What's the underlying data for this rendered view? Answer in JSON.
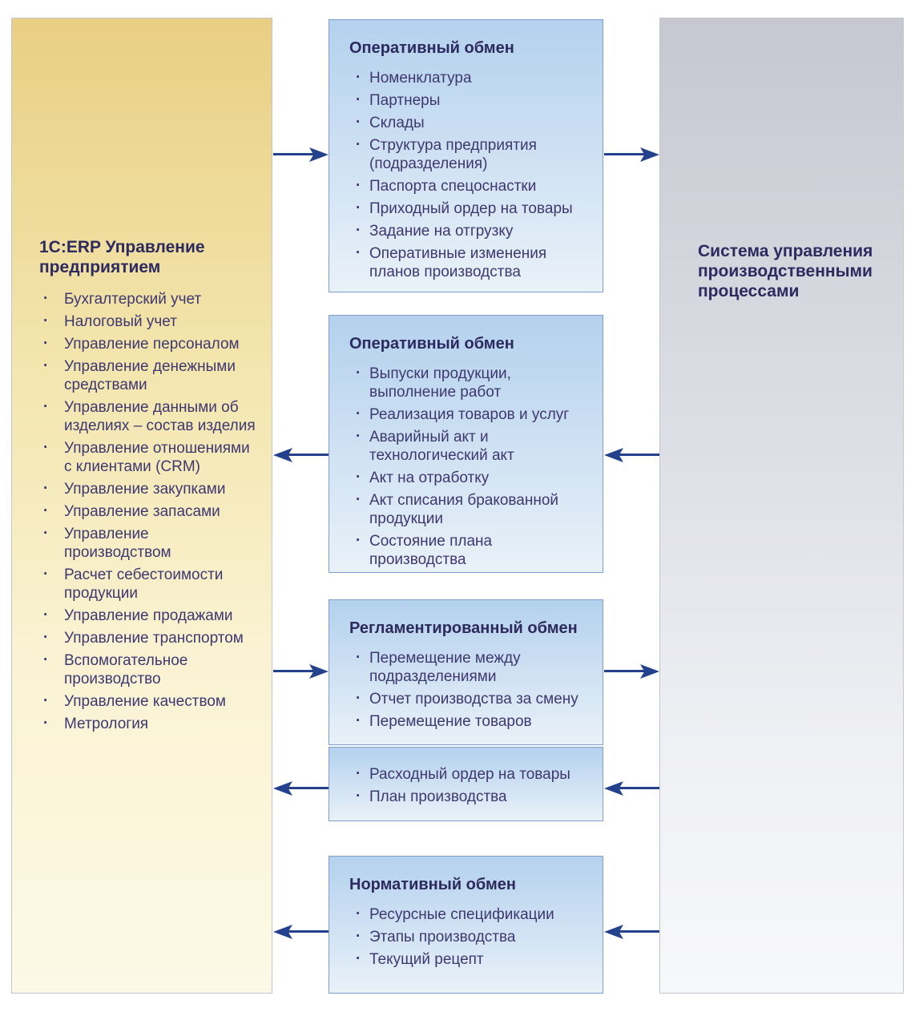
{
  "colors": {
    "arrow": "#24418d",
    "box-border": "#7f9ecb",
    "box-top": "#b4d1ee",
    "box-bottom": "#e9f1f8",
    "erp-top": "#e9cf84",
    "erp-bottom": "#fdf9e6",
    "mes-top": "#c6c7d1",
    "mes-bottom": "#f7f8fa",
    "title": "#2c2a5e",
    "text": "#3e3870"
  },
  "erp_panel": {
    "title": "1С:ERP Управление предприятием",
    "items": [
      "Бухгалтерский учет",
      "Налоговый учет",
      "Управление персоналом",
      "Управление денежными средствами",
      "Управление данными об изделиях – состав изделия",
      "Управление отношениями с клиентами (CRM)",
      "Управление закупками",
      "Управление запасами",
      "Управление производством",
      "Расчет себестоимости продукции",
      "Управление продажами",
      "Управление транспортом",
      "Вспомогательное производство",
      "Управление качеством",
      "Метрология"
    ]
  },
  "mes_panel": {
    "title": "Система управления производственными процессами"
  },
  "exchanges": [
    {
      "title": "Оперативный обмен",
      "direction": "to-system",
      "items": [
        "Номенклатура",
        "Партнеры",
        "Склады",
        "Структура предприятия (подразделения)",
        "Паспорта спецоснастки",
        "Приходный ордер на товары",
        "Задание на отгрузку",
        "Оперативные изменения планов производства"
      ]
    },
    {
      "title": "Оперативный обмен",
      "direction": "to-erp",
      "items": [
        "Выпуски продукции, выполнение работ",
        "Реализация товаров и услуг",
        "Аварийный акт и технологический акт",
        "Акт на отработку",
        "Акт списания бракованной продукции",
        "Состояние плана производства"
      ]
    },
    {
      "title": "Регламентированный обмен",
      "direction": "to-system",
      "items": [
        "Перемещение между подразделениями",
        "Отчет производства за смену",
        "Перемещение товаров"
      ]
    },
    {
      "title": "",
      "direction": "to-erp",
      "items": [
        "Расходный ордер на товары",
        "План производства"
      ]
    },
    {
      "title": "Нормативный обмен",
      "direction": "to-erp",
      "items": [
        "Ресурсные спецификации",
        "Этапы производства",
        "Текущий рецепт"
      ]
    }
  ]
}
